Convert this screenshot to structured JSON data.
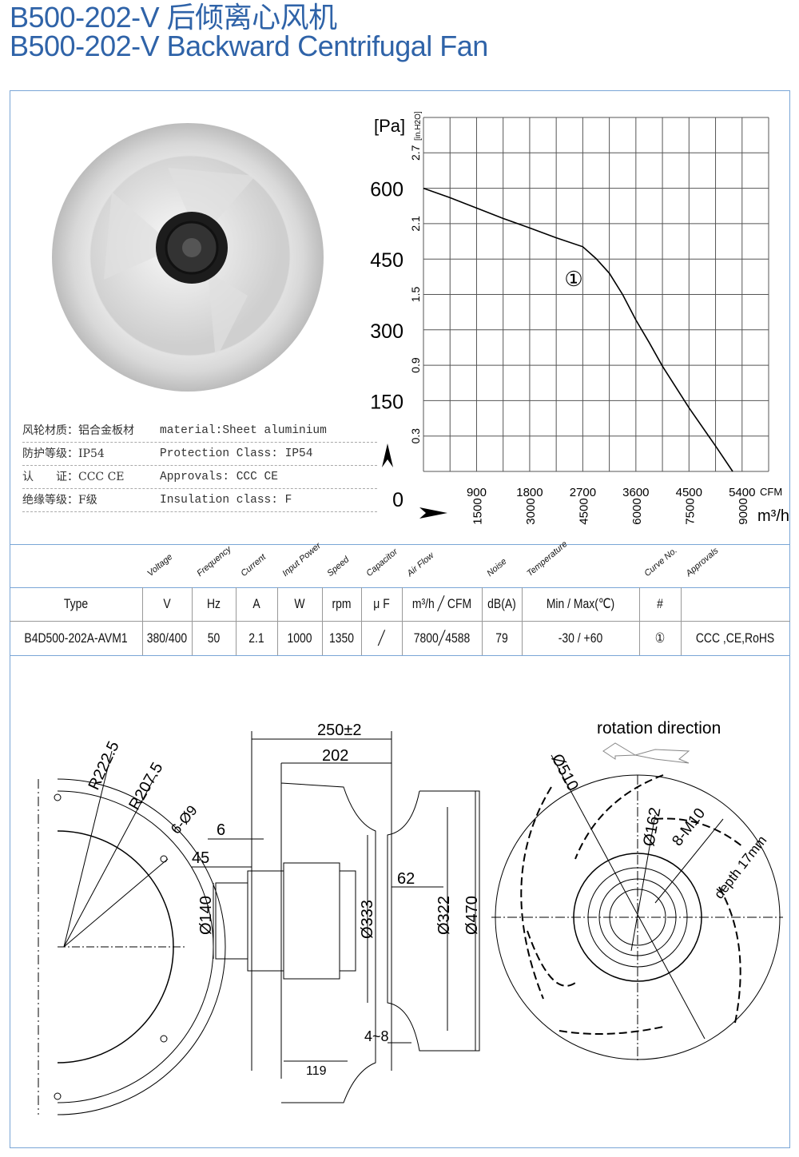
{
  "title": {
    "cn": "B500-202-V  后倾离心风机",
    "en": "B500-202-V  Backward Centrifugal Fan"
  },
  "specs": [
    {
      "cn": "风轮材质：铝合金板材",
      "en": "material:Sheet aluminium"
    },
    {
      "cn": "防护等级：IP54",
      "en": "Protection Class: IP54"
    },
    {
      "cn": "认　　证：CCC CE",
      "en": "Approvals: CCC  CE"
    },
    {
      "cn": "绝缘等级：F级",
      "en": "Insulation class: F"
    }
  ],
  "chart_data": {
    "type": "line",
    "title": "",
    "ylabel": "[Pa]",
    "ylabel2": "[in.H2O]",
    "xlabel": "CFM",
    "xlabel2": "m³/h",
    "ylim": [
      0,
      750
    ],
    "xlim": [
      0,
      5850
    ],
    "y_ticks": [
      "600",
      "450",
      "300",
      "150",
      "0"
    ],
    "y_tick_values": [
      600,
      450,
      300,
      150,
      0
    ],
    "y2_ticks": [
      "2.7",
      "2.1",
      "1.5",
      "0.9",
      "0.3"
    ],
    "y2_tick_values": [
      675,
      525,
      375,
      225,
      75
    ],
    "x_ticks": [
      "900",
      "1800",
      "2700",
      "3600",
      "4500",
      "5400"
    ],
    "x_tick_values": [
      900,
      1800,
      2700,
      3600,
      4500,
      5400
    ],
    "x2_ticks": [
      "1500",
      "3000",
      "4500",
      "6000",
      "7500",
      "9000"
    ],
    "curve_label": "①",
    "series": [
      {
        "name": "1",
        "x": [
          0,
          450,
          900,
          1350,
          1800,
          2250,
          2700,
          2925,
          3150,
          3375,
          3600,
          3825,
          4050,
          4500,
          4950,
          5240
        ],
        "y": [
          600,
          580,
          558,
          536,
          516,
          495,
          476,
          451,
          420,
          375,
          321,
          273,
          223,
          135,
          54,
          0
        ]
      }
    ]
  },
  "table": {
    "headers": [
      "Voltage",
      "Frequency",
      "Current",
      "Input Power",
      "Speed",
      "Capacitor",
      "Air Flow",
      "Noise",
      "Temperature",
      "Curve No.",
      "Approvals"
    ],
    "units": [
      "Type",
      "V",
      "Hz",
      "A",
      "W",
      "rpm",
      "μ F",
      "m³/h ╱ CFM",
      "dB(A)",
      "Min / Max(℃)",
      "#",
      ""
    ],
    "row": [
      "B4D500-202A-AVM1",
      "380/400",
      "50",
      "2.1",
      "1000",
      "1350",
      "╱",
      "7800╱4588",
      "79",
      "-30 / +60",
      "①",
      "CCC ,CE,RoHS"
    ]
  },
  "drawing": {
    "r1": "R222.5",
    "r2": "R207.5",
    "holes": "6-Ø9",
    "d6": "6",
    "d45": "45",
    "d140": "Ø140",
    "w250": "250±2",
    "w202": "202",
    "d333": "Ø333",
    "d62": "62",
    "d322": "Ø322",
    "d470": "Ø470",
    "gap": "4~8",
    "w119": "119",
    "rotation": "rotation direction",
    "d510": "Ø510",
    "d162": "Ø162",
    "bolts": "8-M10",
    "depth": "depth 17mm"
  }
}
